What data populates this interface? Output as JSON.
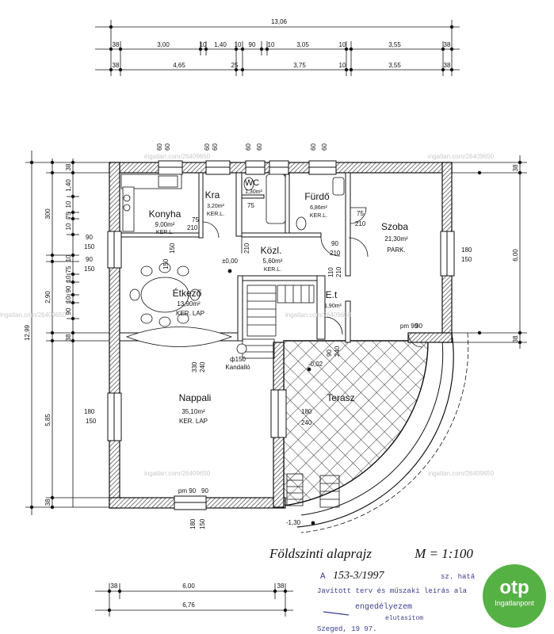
{
  "watermark": "ingatlan.com/26409650",
  "dims": {
    "top_total": "13,06",
    "top_row1": [
      "38",
      "3,00",
      "10",
      "1,40",
      "10",
      "90",
      "10",
      "3,05",
      "10",
      "3,55",
      "38"
    ],
    "top_row2": [
      "38",
      "4,65",
      "25",
      "3,75",
      "10",
      "3,55",
      "38"
    ],
    "left_total": "12,99",
    "left_a": [
      "300",
      "2,90",
      "5,85",
      "38"
    ],
    "left_b": [
      "38",
      "1,40",
      "10",
      "75",
      "10",
      "10",
      "75",
      "10",
      "90",
      "10",
      "90",
      "38"
    ],
    "right_total": "6,00",
    "right_38a": "38",
    "right_38b": "38",
    "bottom1": [
      "38",
      "6,00",
      "38"
    ],
    "bottom2": "6,76"
  },
  "rooms": {
    "konyha": {
      "name": "Konyha",
      "area": "9,00m²",
      "floor": "KER.L."
    },
    "kamra": {
      "name": "Kra",
      "area": "3,20m²",
      "floor": "KER.L."
    },
    "wc": {
      "name": "WC",
      "area": "1,30m²"
    },
    "furdo": {
      "name": "Fürdő",
      "area": "6,86m²",
      "floor": "KER.L."
    },
    "szoba": {
      "name": "Szoba",
      "area": "21,30m²",
      "floor": "PARK."
    },
    "kozl": {
      "name": "Közl.",
      "area": "5,60m²",
      "floor": "KER.L."
    },
    "etkezo": {
      "name": "Étkező",
      "area": "13,90m²",
      "floor": "KER. LAP"
    },
    "et": {
      "name": "E.t",
      "area": "1,90m²"
    },
    "nappali": {
      "name": "Nappali",
      "area": "35,10m²",
      "floor": "KER. LAP"
    },
    "terasz": {
      "name": "Terasz"
    }
  },
  "labels": {
    "level_0": "±0,00",
    "level_terrace": "-0,02",
    "level_outside": "-1,30",
    "kandallo": "Kandalló",
    "kandallo_dim": "ф150",
    "pm90": "pm 90",
    "openings": [
      "75",
      "210",
      "75",
      "210",
      "90",
      "210",
      "90",
      "150",
      "90",
      "150",
      "180",
      "150",
      "180",
      "150",
      "330",
      "240",
      "90",
      "240",
      "180",
      "240",
      "180",
      "150",
      "90",
      "150",
      "60",
      "60",
      "60",
      "60",
      "60",
      "60",
      "60",
      "60",
      "75",
      "150",
      "210",
      "110",
      "210",
      "90"
    ]
  },
  "title": {
    "text": "Földszinti alaprajz",
    "scale": "M = 1:100"
  },
  "stamp": {
    "line1_prefix": "A",
    "line1_num": "153-3/1997",
    "line1_suffix": "sz. hatá",
    "line2": "Javított terv és műszaki leírás ala",
    "line3": "engedélyezem",
    "line4": "elutasítom",
    "line5": "Szeged, 19 97."
  },
  "logo": {
    "brand": "otp",
    "sub": "Ingatlanpont"
  }
}
